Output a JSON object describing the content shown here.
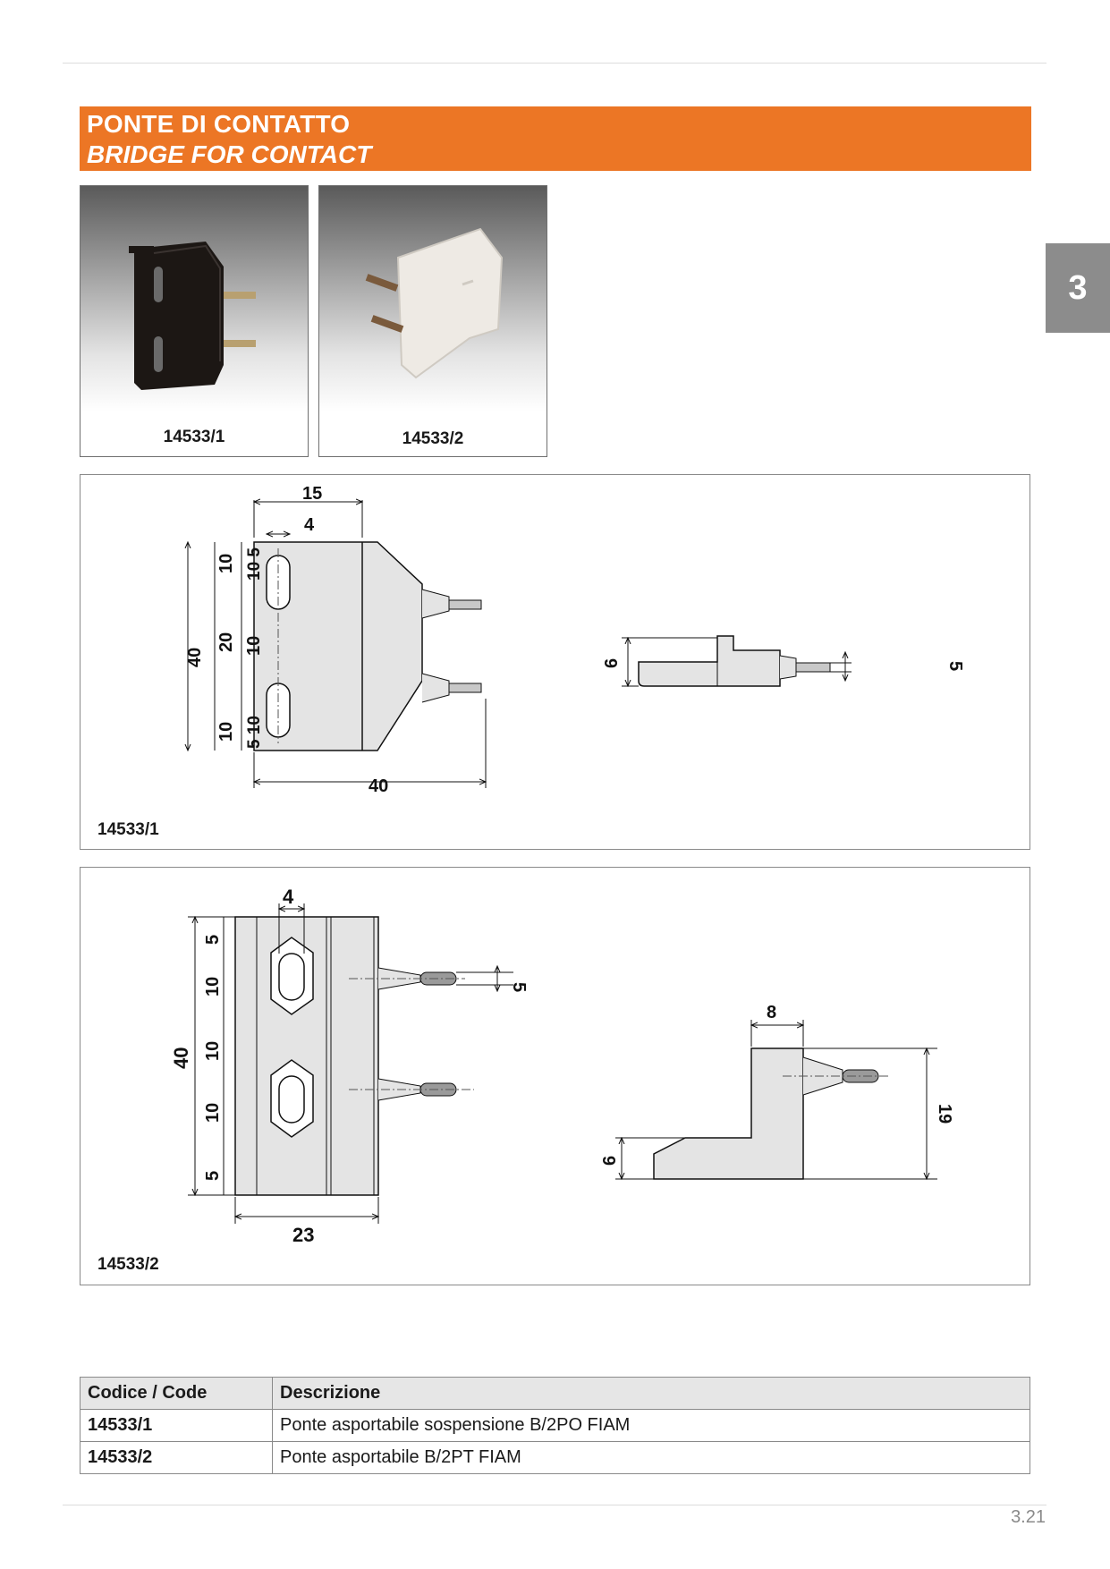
{
  "header": {
    "title_it": "PONTE DI CONTATTO",
    "title_en": "BRIDGE FOR CONTACT",
    "banner_color": "#ec7625"
  },
  "section_tab": "3",
  "photos": [
    {
      "caption": "14533/1",
      "color": "#1c1714"
    },
    {
      "caption": "14533/2",
      "color": "#eeeae4"
    }
  ],
  "drawing1": {
    "code": "14533/1",
    "dims": {
      "width_top": "15",
      "slot_w": "4",
      "height": "40",
      "seg_10a": "10",
      "seg_20": "20",
      "seg_10b": "10",
      "seg_10_5": "10 5",
      "seg_10_mid": "10",
      "seg_5_10": "5 10",
      "length": "40",
      "side_h": "6",
      "pin_d": "5"
    }
  },
  "drawing2": {
    "code": "14533/2",
    "dims": {
      "slot_w": "4",
      "height": "40",
      "seg_5a": "5",
      "seg_10a": "10",
      "seg_10b": "10",
      "seg_10c": "10",
      "seg_5b": "5",
      "width": "23",
      "pin_d": "5",
      "top_w": "8",
      "side_h": "19",
      "base_h": "6"
    }
  },
  "table": {
    "headers": [
      "Codice / Code",
      "Descrizione"
    ],
    "rows": [
      {
        "code": "14533/1",
        "desc": "Ponte asportabile sospensione B/2PO FIAM"
      },
      {
        "code": "14533/2",
        "desc": "Ponte asportabile B/2PT FIAM"
      }
    ]
  },
  "page_number": "3.21"
}
